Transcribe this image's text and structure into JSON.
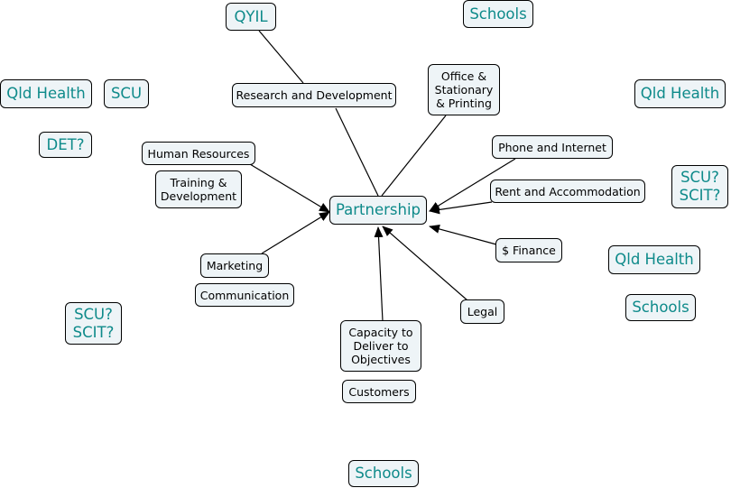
{
  "colors": {
    "node_fill": "#eef4f7",
    "node_border": "#000000",
    "teal_text": "#0e8a8a",
    "link": "#000000"
  },
  "nodes": {
    "partnership": "Partnership",
    "research": "Research and Development",
    "office": "Office &\nStationary\n& Printing",
    "phone": "Phone and Internet",
    "rent": "Rent and Accommodation",
    "finance": "$ Finance",
    "legal": "Legal",
    "capacity": "Capacity to\nDeliver to\nObjectives",
    "customers": "Customers",
    "marketing": "Marketing",
    "communication": "Communication",
    "hr": "Human Resources",
    "training": "Training &\nDevelopment",
    "qyil": "QYIL",
    "schools_top": "Schools",
    "qld_left": "Qld Health",
    "scu_left": "SCU",
    "det": "DET?",
    "qld_right_top": "Qld Health",
    "scu_scit_right": "SCU?\nSCIT?",
    "qld_right_mid": "Qld Health",
    "schools_right": "Schools",
    "scu_scit_left": "SCU?\nSCIT?",
    "schools_bottom": "Schools"
  }
}
